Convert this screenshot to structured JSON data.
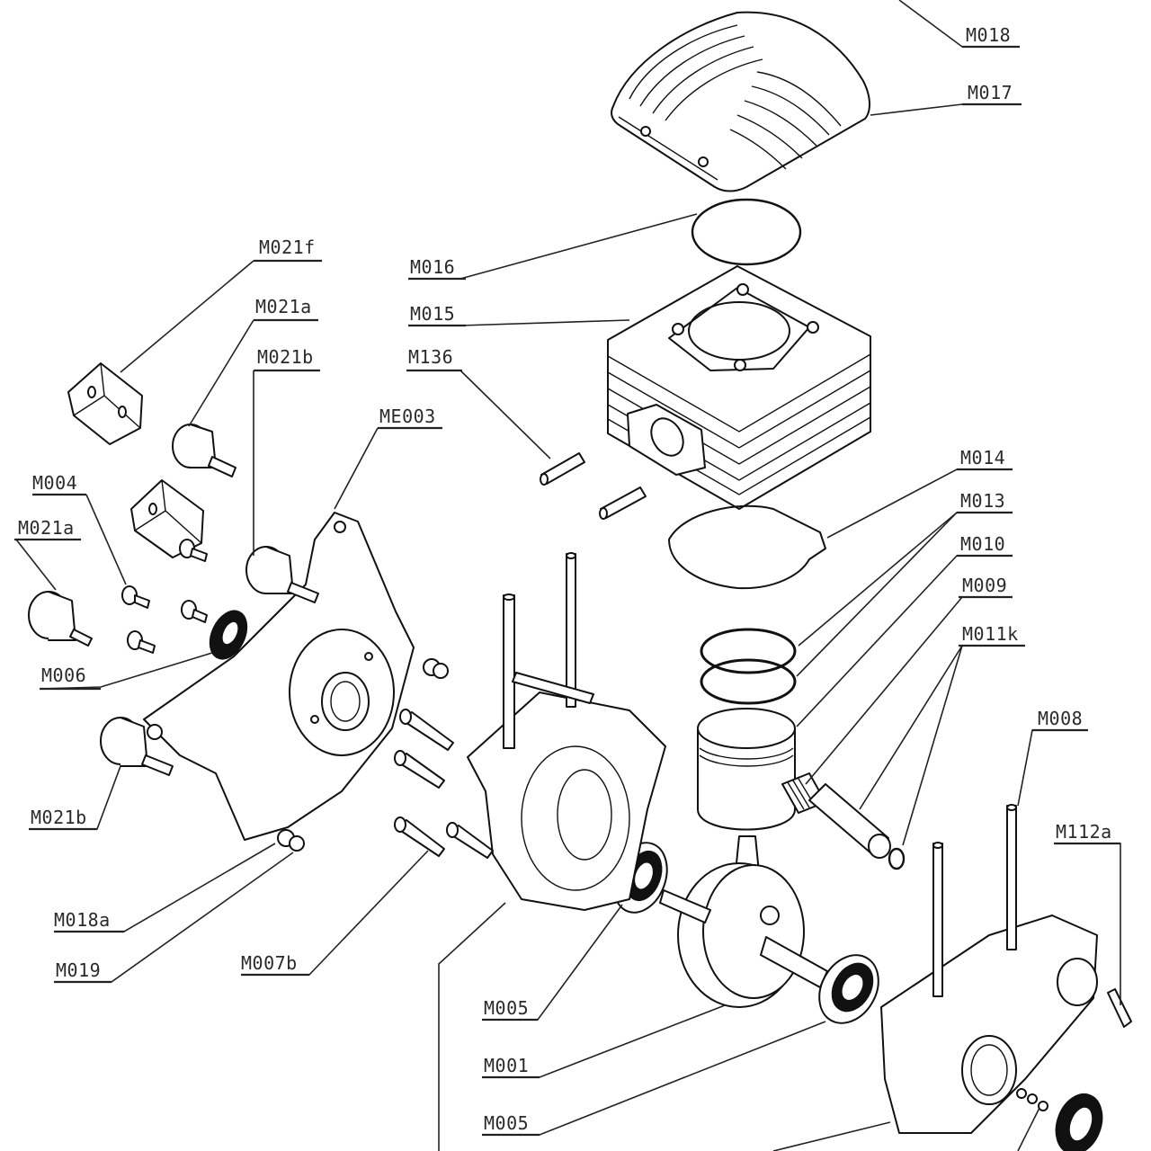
{
  "diagram": {
    "type": "exploded-parts-view",
    "subject": "two-stroke engine assembly",
    "colors": {
      "line": "#111111",
      "text": "#2a2a2a",
      "background": "#ffffff"
    },
    "callouts": [
      {
        "id": "M018",
        "label": "M018"
      },
      {
        "id": "M017",
        "label": "M017"
      },
      {
        "id": "M016",
        "label": "M016"
      },
      {
        "id": "M015",
        "label": "M015"
      },
      {
        "id": "M136",
        "label": "M136"
      },
      {
        "id": "M021f",
        "label": "M021f"
      },
      {
        "id": "M021a_1",
        "label": "M021a"
      },
      {
        "id": "M021b_1",
        "label": "M021b"
      },
      {
        "id": "ME003",
        "label": "ME003"
      },
      {
        "id": "M004",
        "label": "M004"
      },
      {
        "id": "M021a_2",
        "label": "M021a"
      },
      {
        "id": "M006",
        "label": "M006"
      },
      {
        "id": "M021b_2",
        "label": "M021b"
      },
      {
        "id": "M018a",
        "label": "M018a"
      },
      {
        "id": "M019",
        "label": "M019"
      },
      {
        "id": "M007b",
        "label": "M007b"
      },
      {
        "id": "M014",
        "label": "M014"
      },
      {
        "id": "M013",
        "label": "M013"
      },
      {
        "id": "M010",
        "label": "M010"
      },
      {
        "id": "M009",
        "label": "M009"
      },
      {
        "id": "M011k",
        "label": "M011k"
      },
      {
        "id": "M008",
        "label": "M008"
      },
      {
        "id": "M112a",
        "label": "M112a"
      },
      {
        "id": "M005_1",
        "label": "M005"
      },
      {
        "id": "M001",
        "label": "M001"
      },
      {
        "id": "M005_2",
        "label": "M005"
      }
    ],
    "parts": [
      {
        "name": "cylinder-head"
      },
      {
        "name": "head-o-ring"
      },
      {
        "name": "cylinder"
      },
      {
        "name": "dowel-pins"
      },
      {
        "name": "base-gasket"
      },
      {
        "name": "piston-rings"
      },
      {
        "name": "piston"
      },
      {
        "name": "needle-bearing"
      },
      {
        "name": "wrist-pin"
      },
      {
        "name": "circlip"
      },
      {
        "name": "crankshaft"
      },
      {
        "name": "main-bearings"
      },
      {
        "name": "left-crankcase"
      },
      {
        "name": "right-crankcase"
      },
      {
        "name": "engine-mount"
      },
      {
        "name": "rubber-mounts"
      },
      {
        "name": "mount-blocks"
      },
      {
        "name": "bolts"
      },
      {
        "name": "seals"
      }
    ]
  }
}
